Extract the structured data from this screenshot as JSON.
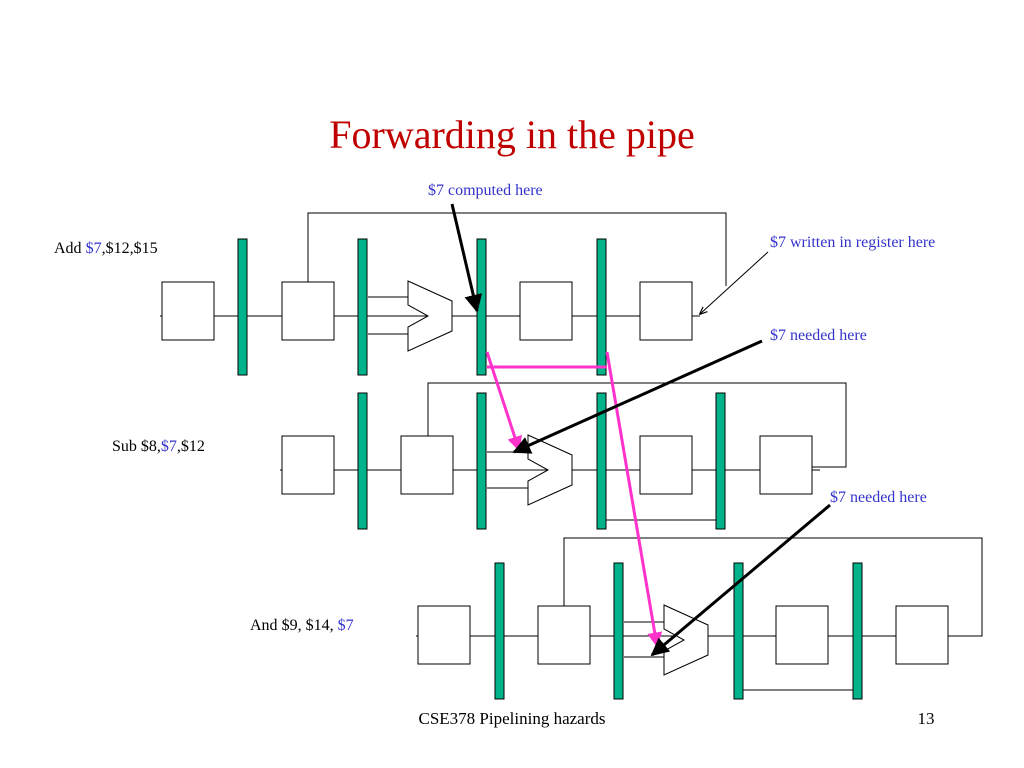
{
  "title": "Forwarding in the pipe",
  "colors": {
    "title": "#c00000",
    "register_blue": "#3333cc",
    "annotation_blue": "#3333cc",
    "latch_fill": "#00b38a",
    "forward_arrow": "#ff33cc",
    "stroke": "#000000"
  },
  "instructions": [
    {
      "op": "Add ",
      "parts": [
        {
          "text": "$7",
          "highlight": true
        },
        {
          "text": ",$12,$15",
          "highlight": false
        }
      ]
    },
    {
      "op": "Sub ",
      "parts": [
        {
          "text": "$8,",
          "highlight": false
        },
        {
          "text": "$7",
          "highlight": true
        },
        {
          "text": ",$12",
          "highlight": false
        }
      ]
    },
    {
      "op": "And ",
      "parts": [
        {
          "text": "$9, $14, ",
          "highlight": false
        },
        {
          "text": "$7",
          "highlight": true
        }
      ]
    }
  ],
  "annotations": {
    "computed": "$7 computed here",
    "written": "$7 written in register here",
    "needed_sub": "$7 needed here",
    "needed_and": "$7 needed here"
  },
  "footer": {
    "course": "CSE378 Pipelining hazards",
    "page_number": "13"
  }
}
